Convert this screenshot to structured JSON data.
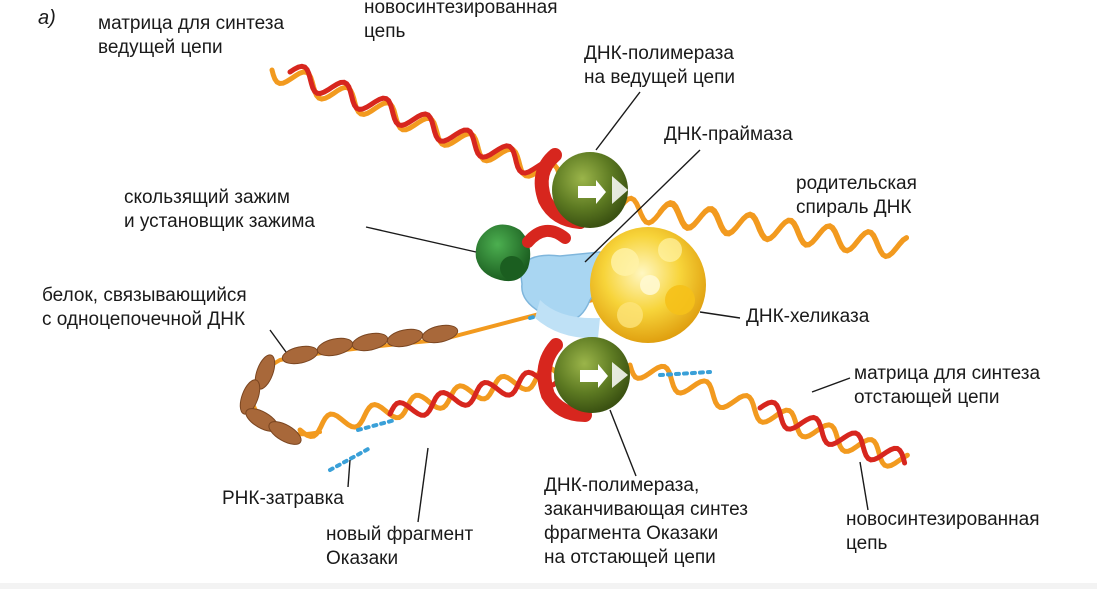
{
  "panel_letter": "а)",
  "labels": {
    "leading_template": [
      "матрица для синтеза",
      "ведущей цепи"
    ],
    "new_strand_top": [
      "новосинтезированная",
      "цепь"
    ],
    "polymerase_leading": [
      "ДНК-полимераза",
      "на ведущей цепи"
    ],
    "primase": [
      "ДНК-праймаза"
    ],
    "clamp": [
      "скользящий зажим",
      "и установщик зажима"
    ],
    "parent_helix": [
      "родительская",
      "спираль ДНК"
    ],
    "ssb": [
      "белок, связывающийся",
      "с одноцепочечной ДНК"
    ],
    "helicase": [
      "ДНК-хеликаза"
    ],
    "lagging_template": [
      "матрица для синтеза",
      "отстающей цепи"
    ],
    "rna_primer": [
      "РНК-затравка"
    ],
    "polymerase_lagging": [
      "ДНК-полимераза,",
      "заканчивающая синтез",
      "фрагмента Оказаки",
      "на отстающей цепи"
    ],
    "okazaki": [
      "новый фрагмент",
      "Оказаки"
    ],
    "new_strand_bottom": [
      "новосинтезированная",
      "цепь"
    ]
  },
  "colors": {
    "template_strand": "#f29a1f",
    "new_strand": "#d7261e",
    "polymerase": "#5d7a22",
    "clamp_loader": "#2e7d32",
    "helicase": "#f7c51b",
    "primase": "#a9d6f2",
    "ssb_protein": "#a8683a",
    "rna_primer": "#3aa0d8",
    "leader_line": "#1a1a1a"
  },
  "icons": [
    "polymerase-leading-icon",
    "polymerase-lagging-icon",
    "clamp-icon",
    "helicase-icon",
    "primase-icon",
    "ssb-protein-icon"
  ]
}
